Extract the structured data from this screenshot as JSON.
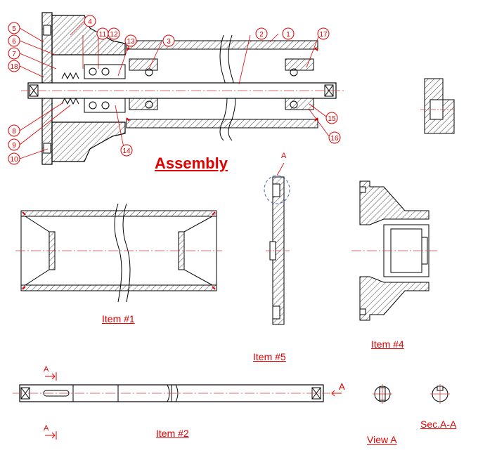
{
  "title": "Assembly",
  "balloons": [
    "1",
    "2",
    "3",
    "4",
    "5",
    "6",
    "7",
    "8",
    "9",
    "10",
    "11",
    "12",
    "13",
    "14",
    "15",
    "16",
    "17",
    "18"
  ],
  "view_labels": {
    "item1": "Item #1",
    "item2": "Item #2",
    "item4": "Item #4",
    "item5": "Item #5",
    "view_a": "View A",
    "sec_aa": "Sec.A-A"
  },
  "section_marks": {
    "a": "A"
  },
  "colors": {
    "annotation": "#e00000",
    "line": "#000000",
    "center": "#d04040",
    "hatch": "#444444"
  }
}
